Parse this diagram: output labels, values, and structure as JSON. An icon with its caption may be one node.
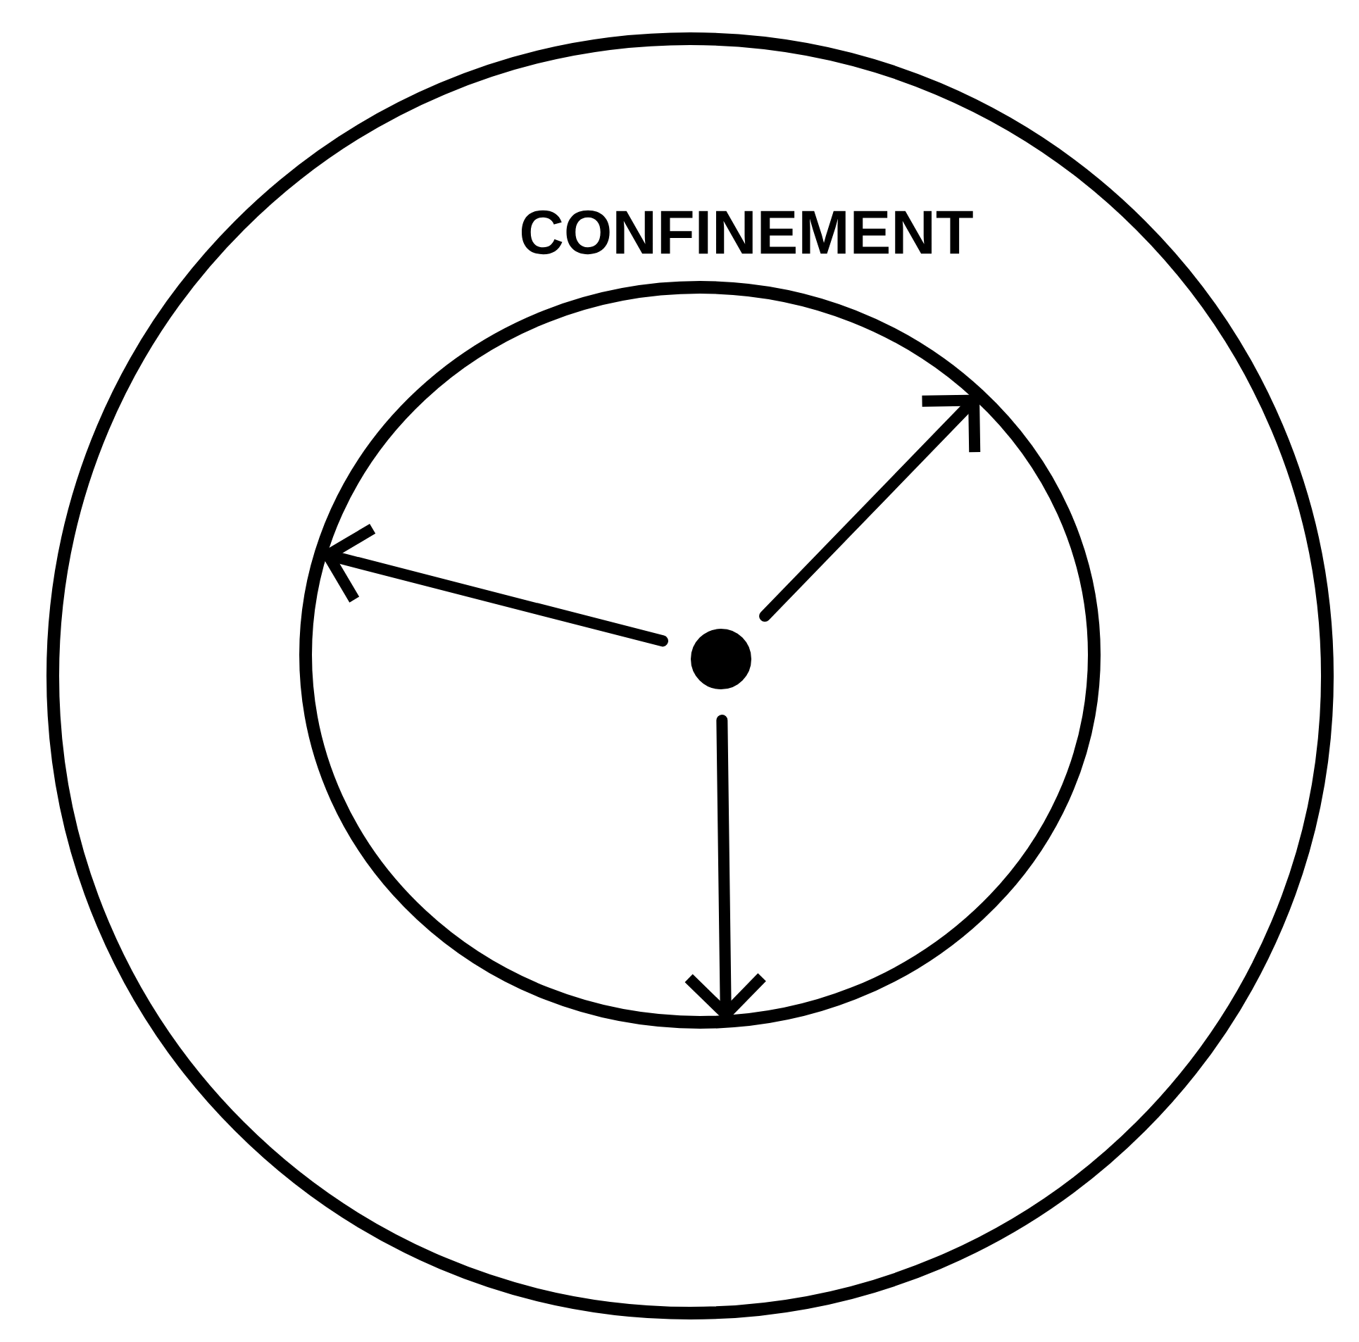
{
  "diagram": {
    "nodes": [
      {
        "text": [
          "CONFINEMENT"
        ]
      },
      {
        "text": [],
        "shape": "circle",
        "in": 0
      },
      {
        "text": [],
        "shape": "circle",
        "in": 1
      }
    ],
    "edges": [
      {
        "from": 2,
        "to": 1,
        "arrow": "to"
      },
      {
        "from": 2,
        "to": 1,
        "arrow": "to"
      },
      {
        "from": 2,
        "to": 1,
        "arrow": "to"
      }
    ]
  }
}
